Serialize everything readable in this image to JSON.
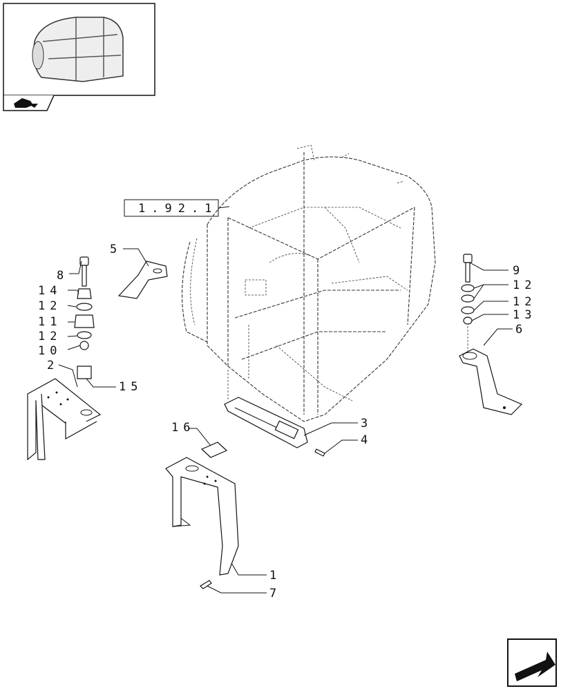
{
  "reference_box": {
    "label": "1.92.1"
  },
  "callouts": {
    "c1": "1",
    "c2": "2",
    "c3": "3",
    "c4": "4",
    "c5": "5",
    "c6": "6",
    "c7": "7",
    "c8": "8",
    "c9": "9",
    "c10": "10",
    "c11": "11",
    "c12a": "12",
    "c12b": "12",
    "c12c": "12",
    "c12d": "12",
    "c13": "13",
    "c14": "14",
    "c15": "15",
    "c16": "16"
  },
  "icons": {
    "thumbnail": "cab-frame-thumbnail",
    "section_icon": "tractor-section-icon",
    "nav": "next-page-arrow-icon"
  }
}
